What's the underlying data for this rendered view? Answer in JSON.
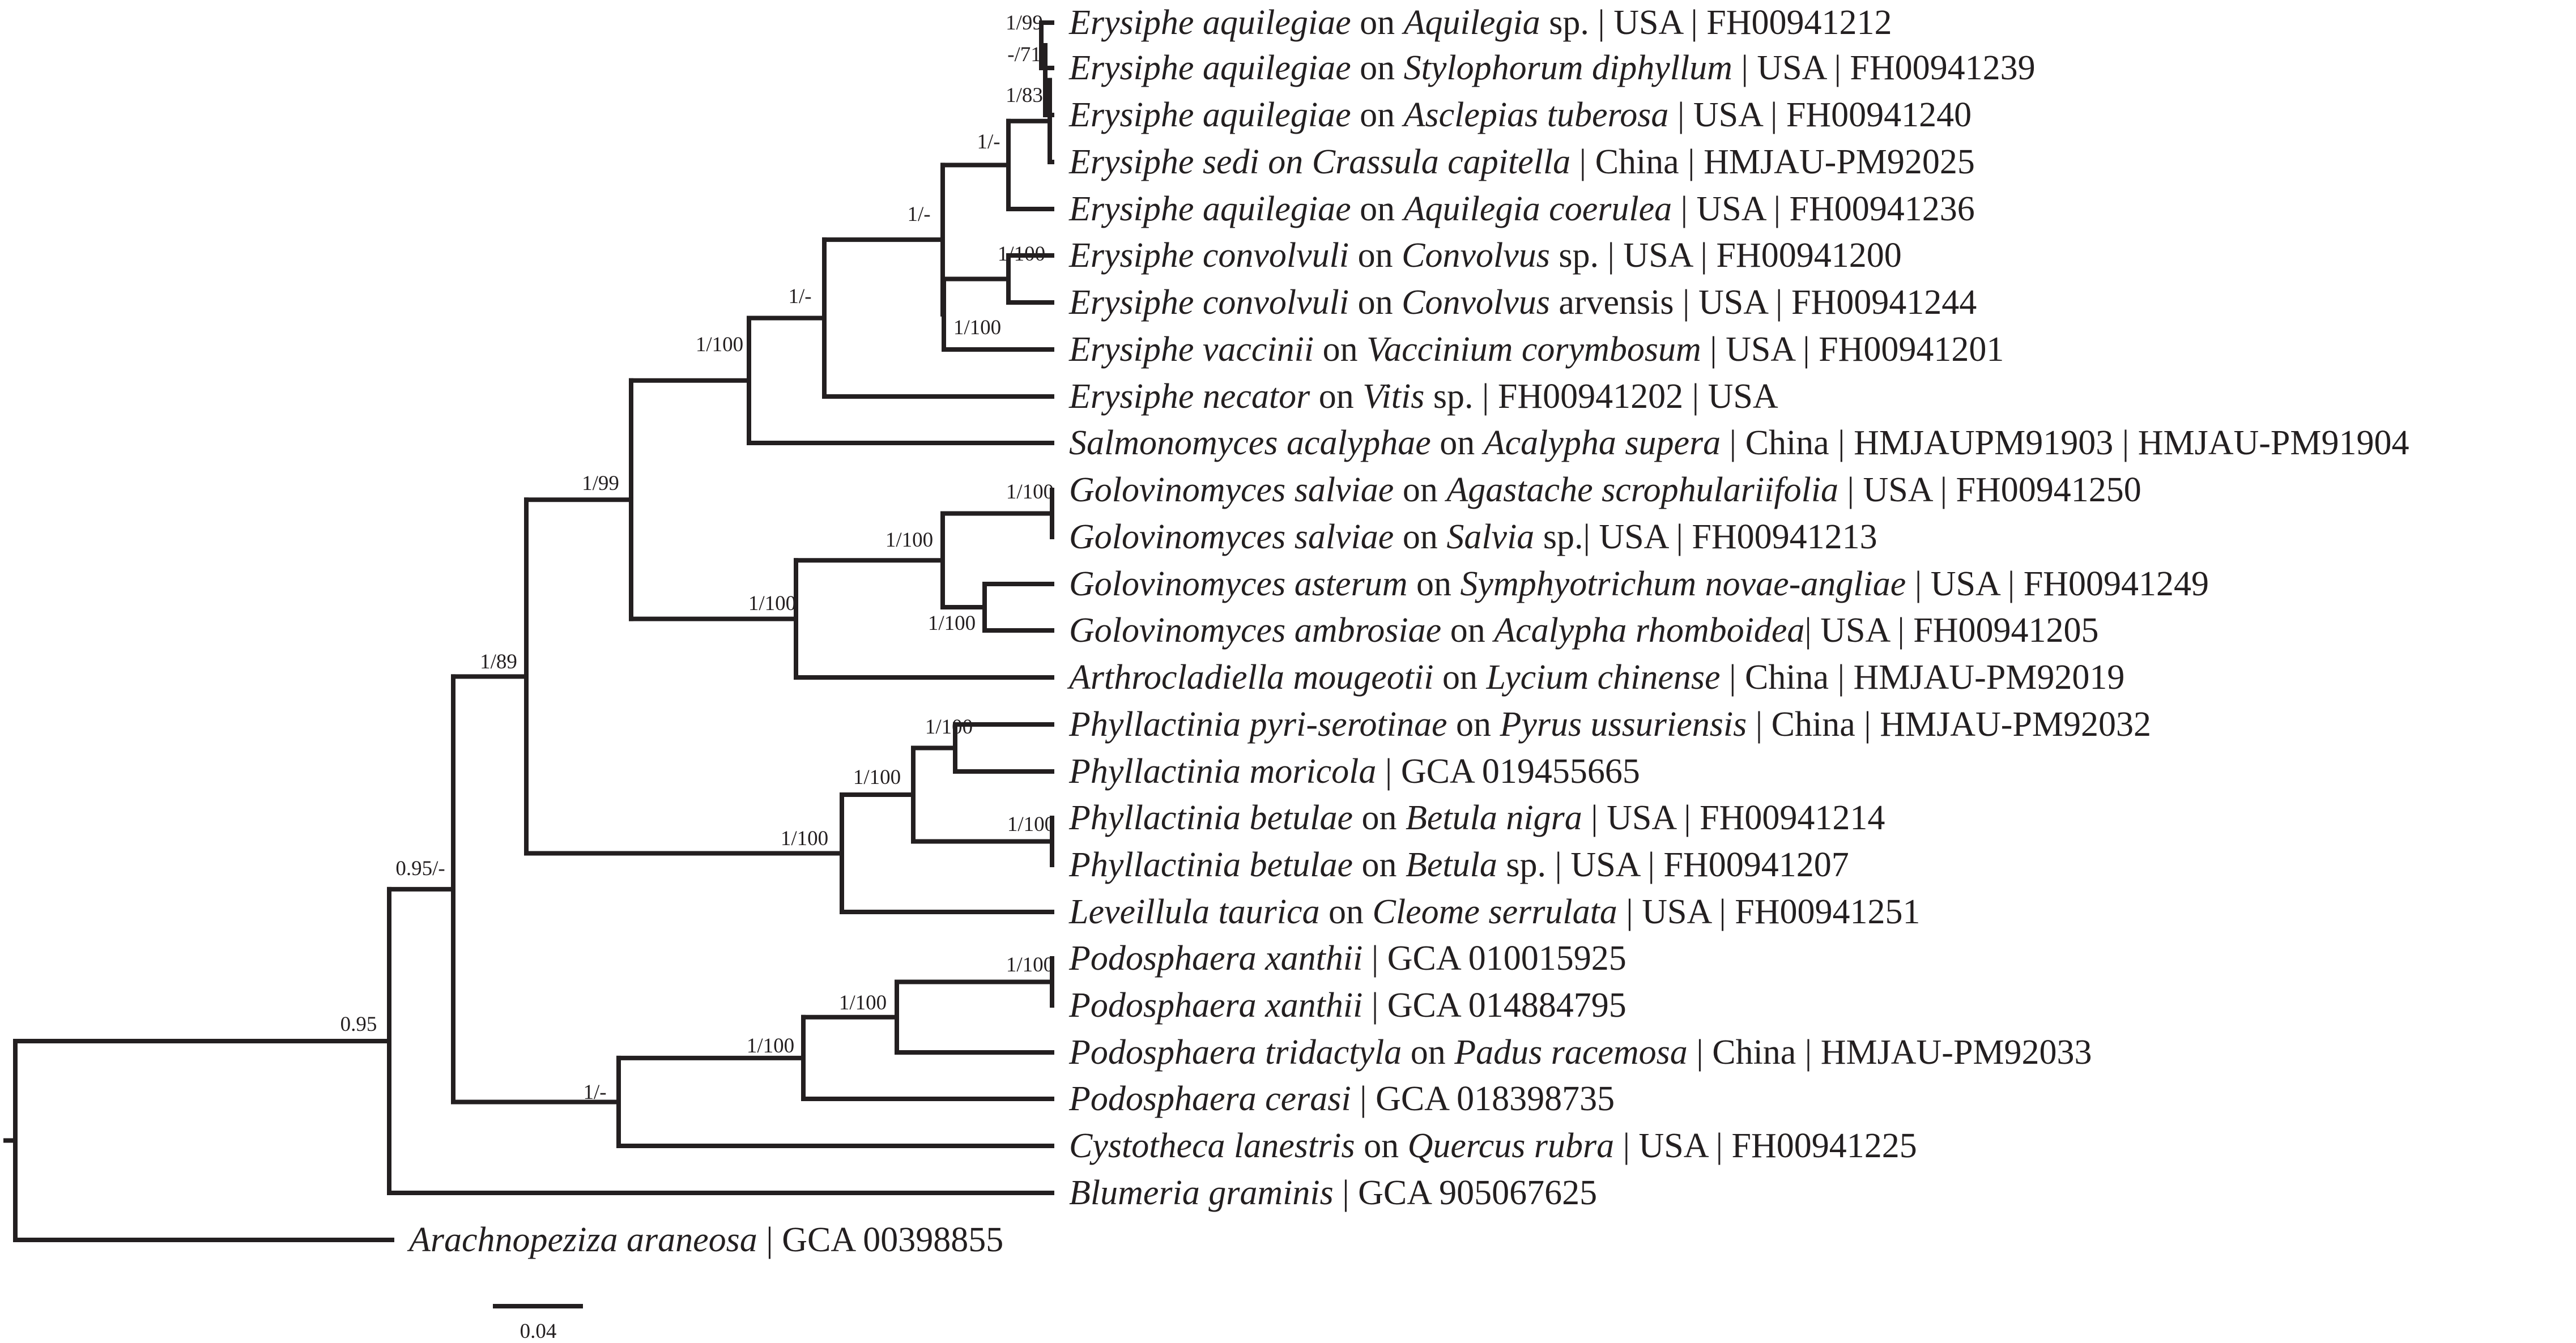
{
  "leaves": [
    {
      "id": "L1",
      "parts": [
        {
          "t": "Erysiphe aquilegiae",
          "i": true
        },
        {
          "t": " on ",
          "i": false
        },
        {
          "t": "Aquilegia",
          "i": true
        },
        {
          "t": " sp. | USA | FH00941212",
          "i": false
        }
      ]
    },
    {
      "id": "L2",
      "parts": [
        {
          "t": "Erysiphe aquilegiae",
          "i": true
        },
        {
          "t": " on ",
          "i": false
        },
        {
          "t": "Stylophorum diphyllum",
          "i": true
        },
        {
          "t": " | USA | FH00941239",
          "i": false
        }
      ]
    },
    {
      "id": "L3",
      "parts": [
        {
          "t": "Erysiphe aquilegiae",
          "i": true
        },
        {
          "t": " on ",
          "i": false
        },
        {
          "t": "Asclepias tuberosa",
          "i": true
        },
        {
          "t": " | USA | FH00941240",
          "i": false
        }
      ]
    },
    {
      "id": "L4",
      "parts": [
        {
          "t": "Erysiphe sedi on Crassula capitella",
          "i": true
        },
        {
          "t": " | China | HMJAU-PM92025",
          "i": false
        }
      ]
    },
    {
      "id": "L5",
      "parts": [
        {
          "t": "Erysiphe aquilegiae",
          "i": true
        },
        {
          "t": " on ",
          "i": false
        },
        {
          "t": "Aquilegia coerulea",
          "i": true
        },
        {
          "t": " | USA | FH00941236",
          "i": false
        }
      ]
    },
    {
      "id": "L6",
      "parts": [
        {
          "t": "Erysiphe convolvuli",
          "i": true
        },
        {
          "t": " on ",
          "i": false
        },
        {
          "t": "Convolvus",
          "i": true
        },
        {
          "t": " sp. | USA | FH00941200",
          "i": false
        }
      ]
    },
    {
      "id": "L7",
      "parts": [
        {
          "t": "Erysiphe convolvuli",
          "i": true
        },
        {
          "t": " on ",
          "i": false
        },
        {
          "t": "Convolvus",
          "i": true
        },
        {
          "t": " arvensis | USA | FH00941244",
          "i": false
        }
      ]
    },
    {
      "id": "L8",
      "parts": [
        {
          "t": "Erysiphe vaccinii",
          "i": true
        },
        {
          "t": " on ",
          "i": false
        },
        {
          "t": "Vaccinium corymbosum",
          "i": true
        },
        {
          "t": " | USA | FH00941201",
          "i": false
        }
      ]
    },
    {
      "id": "L9",
      "parts": [
        {
          "t": "Erysiphe necator",
          "i": true
        },
        {
          "t": " on ",
          "i": false
        },
        {
          "t": "Vitis",
          "i": true
        },
        {
          "t": " sp. | FH00941202 | USA",
          "i": false
        }
      ]
    },
    {
      "id": "L10",
      "parts": [
        {
          "t": "Salmonomyces acalyphae",
          "i": true
        },
        {
          "t": " on ",
          "i": false
        },
        {
          "t": "Acalypha supera",
          "i": true
        },
        {
          "t": " | China | HMJAUPM91903 | HMJAU-PM91904",
          "i": false
        }
      ]
    },
    {
      "id": "L11",
      "parts": [
        {
          "t": "Golovinomyces salviae",
          "i": true
        },
        {
          "t": " on ",
          "i": false
        },
        {
          "t": "Agastache scrophulariifolia",
          "i": true
        },
        {
          "t": " | USA | FH00941250",
          "i": false
        }
      ]
    },
    {
      "id": "L12",
      "parts": [
        {
          "t": "Golovinomyces salviae",
          "i": true
        },
        {
          "t": " on ",
          "i": false
        },
        {
          "t": "Salvia",
          "i": true
        },
        {
          "t": " sp.| USA | FH00941213",
          "i": false
        }
      ]
    },
    {
      "id": "L13",
      "parts": [
        {
          "t": "Golovinomyces asterum",
          "i": true
        },
        {
          "t": " on ",
          "i": false
        },
        {
          "t": "Symphyotrichum novae-angliae",
          "i": true
        },
        {
          "t": " | USA  | FH00941249",
          "i": false
        }
      ]
    },
    {
      "id": "L14",
      "parts": [
        {
          "t": "Golovinomyces ambrosiae",
          "i": true
        },
        {
          "t": " on ",
          "i": false
        },
        {
          "t": "Acalypha rhomboidea",
          "i": true
        },
        {
          "t": "| USA | FH00941205",
          "i": false
        }
      ]
    },
    {
      "id": "L15",
      "parts": [
        {
          "t": "Arthrocladiella mougeotii",
          "i": true
        },
        {
          "t": " on ",
          "i": false
        },
        {
          "t": "Lycium chinense",
          "i": true
        },
        {
          "t": " | China | HMJAU-PM92019",
          "i": false
        }
      ]
    },
    {
      "id": "L16",
      "parts": [
        {
          "t": "Phyllactinia pyri-serotinae",
          "i": true
        },
        {
          "t": " on ",
          "i": false
        },
        {
          "t": "Pyrus ussuriensis",
          "i": true
        },
        {
          "t": " | China | HMJAU-PM92032",
          "i": false
        }
      ]
    },
    {
      "id": "L17",
      "parts": [
        {
          "t": "Phyllactinia moricola",
          "i": true
        },
        {
          "t": " | GCA 019455665",
          "i": false
        }
      ]
    },
    {
      "id": "L18",
      "parts": [
        {
          "t": "Phyllactinia betulae",
          "i": true
        },
        {
          "t": " on ",
          "i": false
        },
        {
          "t": "Betula nigra",
          "i": true
        },
        {
          "t": " | USA | FH00941214",
          "i": false
        }
      ]
    },
    {
      "id": "L19",
      "parts": [
        {
          "t": "Phyllactinia betulae",
          "i": true
        },
        {
          "t": " on ",
          "i": false
        },
        {
          "t": "Betula",
          "i": true
        },
        {
          "t": " sp. | USA | FH00941207",
          "i": false
        }
      ]
    },
    {
      "id": "L20",
      "parts": [
        {
          "t": "Leveillula taurica",
          "i": true
        },
        {
          "t": " on ",
          "i": false
        },
        {
          "t": "Cleome serrulata",
          "i": true
        },
        {
          "t": " | USA | FH00941251",
          "i": false
        }
      ]
    },
    {
      "id": "L21",
      "parts": [
        {
          "t": "Podosphaera xanthii",
          "i": true
        },
        {
          "t": " | GCA 010015925",
          "i": false
        }
      ]
    },
    {
      "id": "L22",
      "parts": [
        {
          "t": "Podosphaera xanthii",
          "i": true
        },
        {
          "t": " | GCA 014884795",
          "i": false
        }
      ]
    },
    {
      "id": "L23",
      "parts": [
        {
          "t": "Podosphaera tridactyla",
          "i": true
        },
        {
          "t": " on ",
          "i": false
        },
        {
          "t": "Padus racemosa",
          "i": true
        },
        {
          "t": " | China | HMJAU-PM92033",
          "i": false
        }
      ]
    },
    {
      "id": "L24",
      "parts": [
        {
          "t": "Podosphaera cerasi",
          "i": true
        },
        {
          "t": " | GCA 018398735",
          "i": false
        }
      ]
    },
    {
      "id": "L25",
      "parts": [
        {
          "t": "Cystotheca lanestris",
          "i": true
        },
        {
          "t": " on ",
          "i": false
        },
        {
          "t": "Quercus rubra",
          "i": true
        },
        {
          "t": " | USA | FH00941225",
          "i": false
        }
      ]
    },
    {
      "id": "L26",
      "parts": [
        {
          "t": "Blumeria graminis",
          "i": true
        },
        {
          "t": " | GCA 905067625",
          "i": false
        }
      ]
    },
    {
      "id": "L27",
      "parts": [
        {
          "t": "Arachnopeziza araneosa",
          "i": true
        },
        {
          "t": " | GCA 00398855",
          "i": false
        }
      ]
    }
  ],
  "support_values": {
    "n_root": "0.95",
    "n_ingroup": "0.95/-",
    "n_a": "1/89",
    "n_b": "1/99",
    "n_c": "1/100",
    "n_d": "1/-",
    "n_e": "1/-",
    "n_f": "1/-",
    "n_g": "1/83",
    "n_h": "-/71",
    "n_i": "1/99",
    "n_j": "1/100",
    "n_k": "1/100",
    "n_l": "1/100",
    "n_m": "1/100",
    "n_n": "1/100",
    "n_o": "1/100",
    "n_p": "1/100",
    "n_q": "1/100",
    "n_r": "1/100",
    "n_s": "1/100",
    "n_t": "1/-",
    "n_u": "1/100",
    "n_v": "1/100",
    "n_w": "1/100"
  },
  "scale_bar": {
    "value": 0.04,
    "label": "0.04"
  }
}
